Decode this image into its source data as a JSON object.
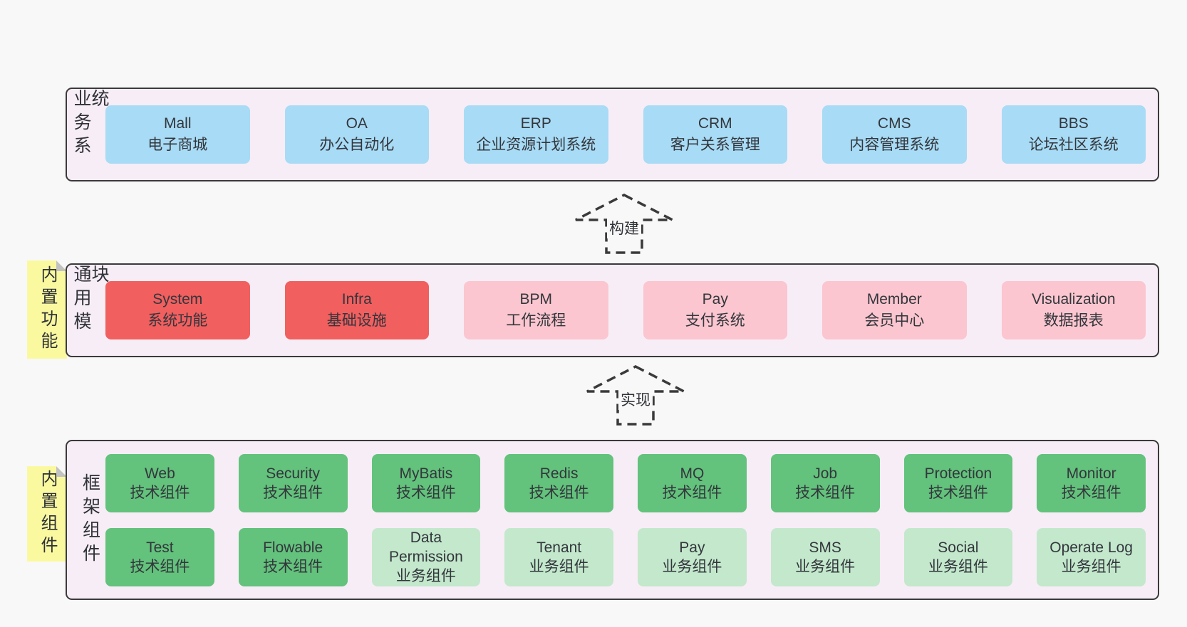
{
  "colors": {
    "page_bg": "#f8f8f8",
    "band_bg": "#f7edf6",
    "border": "#3a3a3a",
    "text": "#33363c",
    "blue": "#a8dbf5",
    "red": "#f15f5f",
    "pink": "#fbc6cf",
    "green": "#63c27c",
    "lightgreen": "#c3e8cc",
    "note_bg": "#fbf9a0",
    "note_fold": "#c2c2c2"
  },
  "bands": [
    {
      "key": "business-systems",
      "side_label": "业务系统",
      "sticky_note": null,
      "rows": [
        [
          {
            "name": "Mall",
            "desc": "电子商城",
            "variant": "blue"
          },
          {
            "name": "OA",
            "desc": "办公自动化",
            "variant": "blue"
          },
          {
            "name": "ERP",
            "desc": "企业资源计划系统",
            "variant": "blue"
          },
          {
            "name": "CRM",
            "desc": "客户关系管理",
            "variant": "blue"
          },
          {
            "name": "CMS",
            "desc": "内容管理系统",
            "variant": "blue"
          },
          {
            "name": "BBS",
            "desc": "论坛社区系统",
            "variant": "blue"
          }
        ]
      ]
    },
    {
      "key": "common-modules",
      "side_label": "通用模块",
      "sticky_note": "内置功能",
      "rows": [
        [
          {
            "name": "System",
            "desc": "系统功能",
            "variant": "red"
          },
          {
            "name": "Infra",
            "desc": "基础设施",
            "variant": "red"
          },
          {
            "name": "BPM",
            "desc": "工作流程",
            "variant": "pink"
          },
          {
            "name": "Pay",
            "desc": "支付系统",
            "variant": "pink"
          },
          {
            "name": "Member",
            "desc": "会员中心",
            "variant": "pink"
          },
          {
            "name": "Visualization",
            "desc": "数据报表",
            "variant": "pink"
          }
        ]
      ]
    },
    {
      "key": "framework-components",
      "side_label": "框架组件",
      "sticky_note": "内置组件",
      "rows": [
        [
          {
            "name": "Web",
            "desc": "技术组件",
            "variant": "green"
          },
          {
            "name": "Security",
            "desc": "技术组件",
            "variant": "green"
          },
          {
            "name": "MyBatis",
            "desc": "技术组件",
            "variant": "green"
          },
          {
            "name": "Redis",
            "desc": "技术组件",
            "variant": "green"
          },
          {
            "name": "MQ",
            "desc": "技术组件",
            "variant": "green"
          },
          {
            "name": "Job",
            "desc": "技术组件",
            "variant": "green"
          },
          {
            "name": "Protection",
            "desc": "技术组件",
            "variant": "green"
          },
          {
            "name": "Monitor",
            "desc": "技术组件",
            "variant": "green"
          }
        ],
        [
          {
            "name": "Test",
            "desc": "技术组件",
            "variant": "green"
          },
          {
            "name": "Flowable",
            "desc": "技术组件",
            "variant": "green"
          },
          {
            "name": "Data Permission",
            "desc": "业务组件",
            "variant": "lightgreen"
          },
          {
            "name": "Tenant",
            "desc": "业务组件",
            "variant": "lightgreen"
          },
          {
            "name": "Pay",
            "desc": "业务组件",
            "variant": "lightgreen"
          },
          {
            "name": "SMS",
            "desc": "业务组件",
            "variant": "lightgreen"
          },
          {
            "name": "Social",
            "desc": "业务组件",
            "variant": "lightgreen"
          },
          {
            "name": "Operate Log",
            "desc": "业务组件",
            "variant": "lightgreen"
          }
        ]
      ]
    }
  ],
  "arrows": [
    {
      "label": "构建"
    },
    {
      "label": "实现"
    }
  ]
}
